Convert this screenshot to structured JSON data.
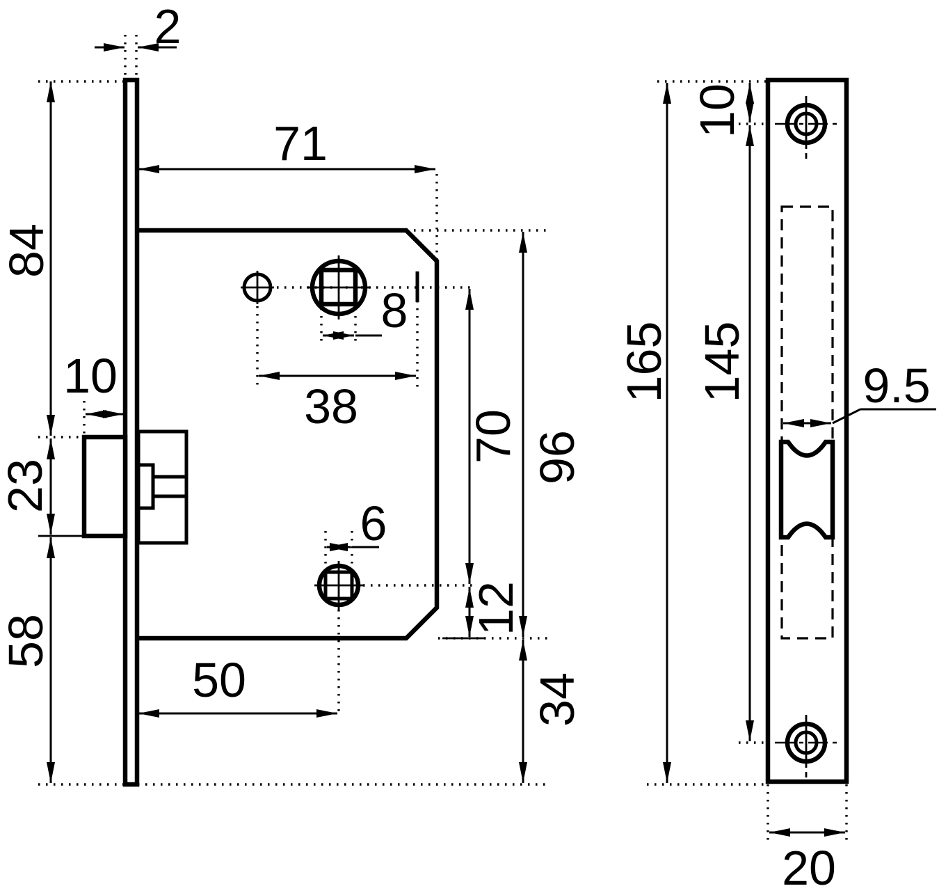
{
  "drawing": {
    "background": "#ffffff",
    "ink": "#000000",
    "type": "mortise latch lock dimensional drawing",
    "side_view": {
      "label": "lock body side view",
      "dims": {
        "plate_thickness": "2",
        "top_section": "84",
        "body_width": "71",
        "spindle_square": "8",
        "hole_offset": "38",
        "latch_protrusion": "10",
        "latch_height": "23",
        "hole_spacing": "70",
        "body_height": "96",
        "latch_hole_square": "6",
        "hole_to_edge": "12",
        "bottom_section": "58",
        "backset": "50",
        "bottom_margin": "34"
      }
    },
    "front_view": {
      "label": "faceplate front view",
      "dims": {
        "top_to_screw": "10",
        "plate_length": "165",
        "screw_spacing": "145",
        "slot_width": "9.5",
        "plate_width": "20"
      }
    }
  }
}
